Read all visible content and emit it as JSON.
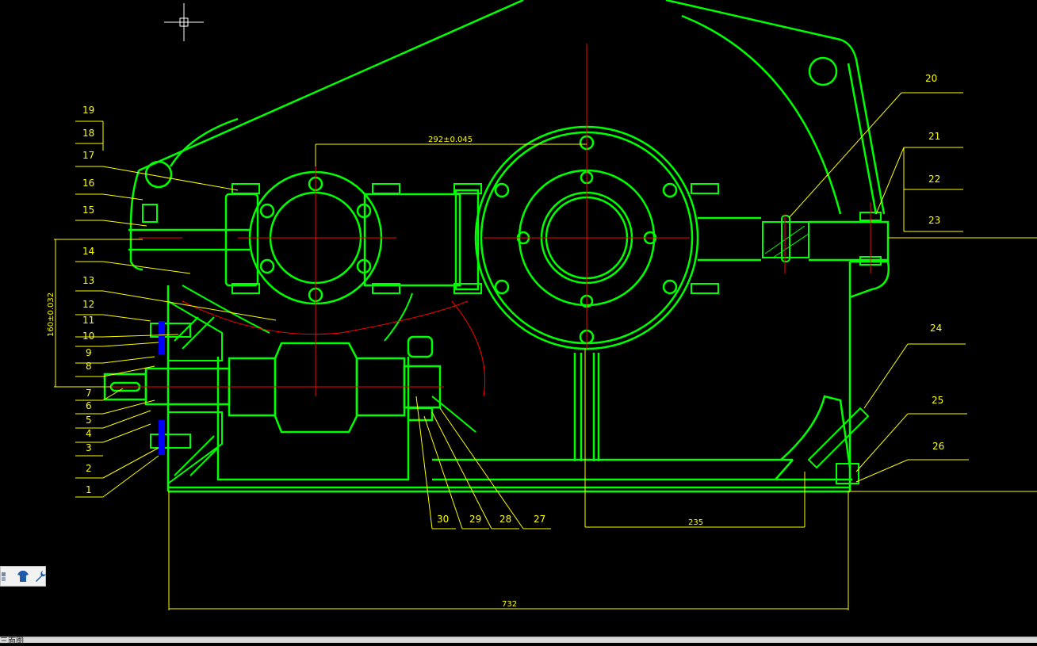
{
  "drawing": {
    "part_labels": [
      "1",
      "2",
      "3",
      "4",
      "5",
      "6",
      "7",
      "8",
      "9",
      "10",
      "11",
      "12",
      "13",
      "14",
      "15",
      "16",
      "17",
      "18",
      "19",
      "20",
      "21",
      "22",
      "23",
      "24",
      "25",
      "26",
      "27",
      "28",
      "29",
      "30"
    ],
    "dimensions": {
      "center_distance": "292±0.045",
      "center_height": "160±0.032",
      "foot_spacing": "235",
      "overall_length": "732"
    },
    "colors": {
      "geometry": "#00ff00",
      "centerline": "#ff0000",
      "annotation": "#ffff00",
      "background": "#000000",
      "bolt_highlight": "#0000ff"
    }
  },
  "toolbar": {
    "icons": [
      "layers-icon",
      "shirt-icon",
      "wrench-icon"
    ]
  },
  "status_bar": {
    "text": "三面图"
  }
}
